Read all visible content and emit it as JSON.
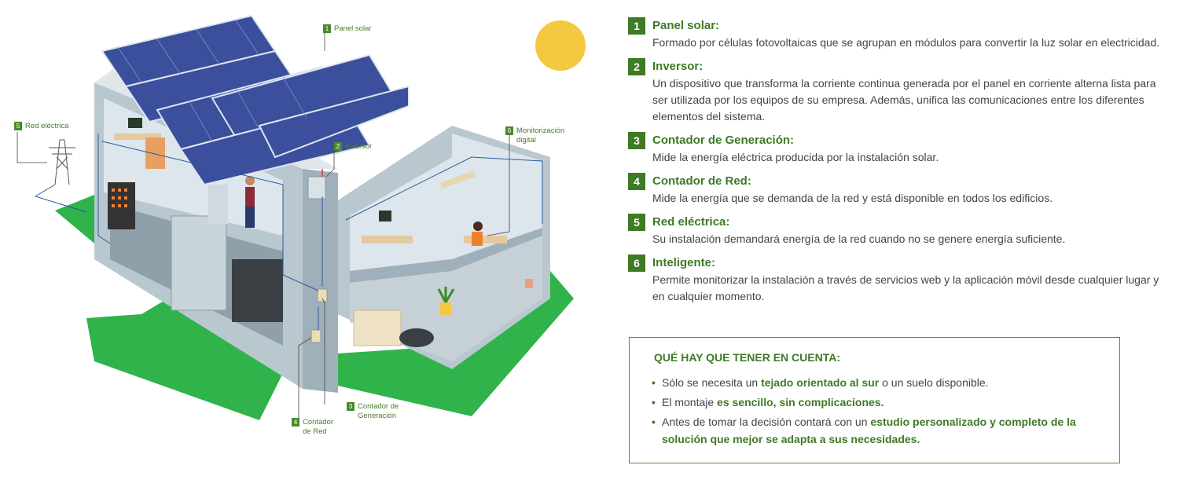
{
  "callouts": [
    {
      "num": "1",
      "label": "Panel solar"
    },
    {
      "num": "2",
      "label": "Inversor"
    },
    {
      "num": "3",
      "label": "Contador de Generación"
    },
    {
      "num": "4",
      "label": "Contador de Red"
    },
    {
      "num": "5",
      "label": "Red eléctrica"
    },
    {
      "num": "6",
      "label": "Monitorización digital"
    }
  ],
  "items": [
    {
      "num": "1",
      "title": "Panel solar:",
      "desc": "Formado por células fotovoltaicas que se agrupan en módulos para convertir la luz solar en electricidad."
    },
    {
      "num": "2",
      "title": "Inversor:",
      "desc": "Un dispositivo que transforma la corriente continua generada por el panel en corriente alterna lista para ser utilizada por los equipos de su empresa. Además, unifica las comunicaciones entre los diferentes elementos del sistema."
    },
    {
      "num": "3",
      "title": "Contador de Generación:",
      "desc": "Mide la energía eléctrica producida por la instalación solar."
    },
    {
      "num": "4",
      "title": "Contador de Red:",
      "desc": "Mide la energía que se demanda de la red y está disponible en todos los edificios."
    },
    {
      "num": "5",
      "title": "Red eléctrica:",
      "desc": "Su instalación demandará energía de la red cuando no se genere energía suficiente."
    },
    {
      "num": "6",
      "title": "Inteligente:",
      "desc": "Permite monitorizar la instalación a través de servicios web y la aplicación móvil desde cualquier lugar y en cualquier momento."
    }
  ],
  "notice": {
    "heading": "QUÉ HAY QUE TENER EN CUENTA:",
    "bullets": [
      {
        "pre": "Sólo se necesita un ",
        "bold": "tejado orientado al sur",
        "post": " o un suelo disponible."
      },
      {
        "pre": "El montaje ",
        "bold": "es sencillo, sin complicaciones.",
        "post": ""
      },
      {
        "pre": "Antes de tomar la decisión contará con un ",
        "bold": "estudio personalizado y completo de la solución que mejor se adapta a sus necesidades.",
        "post": ""
      }
    ]
  },
  "colors": {
    "green": "#3f7a25",
    "grass": "#2fb34a",
    "sun": "#f5c842",
    "wall": "#b9c7cf",
    "panel": "#3b4f9c"
  }
}
